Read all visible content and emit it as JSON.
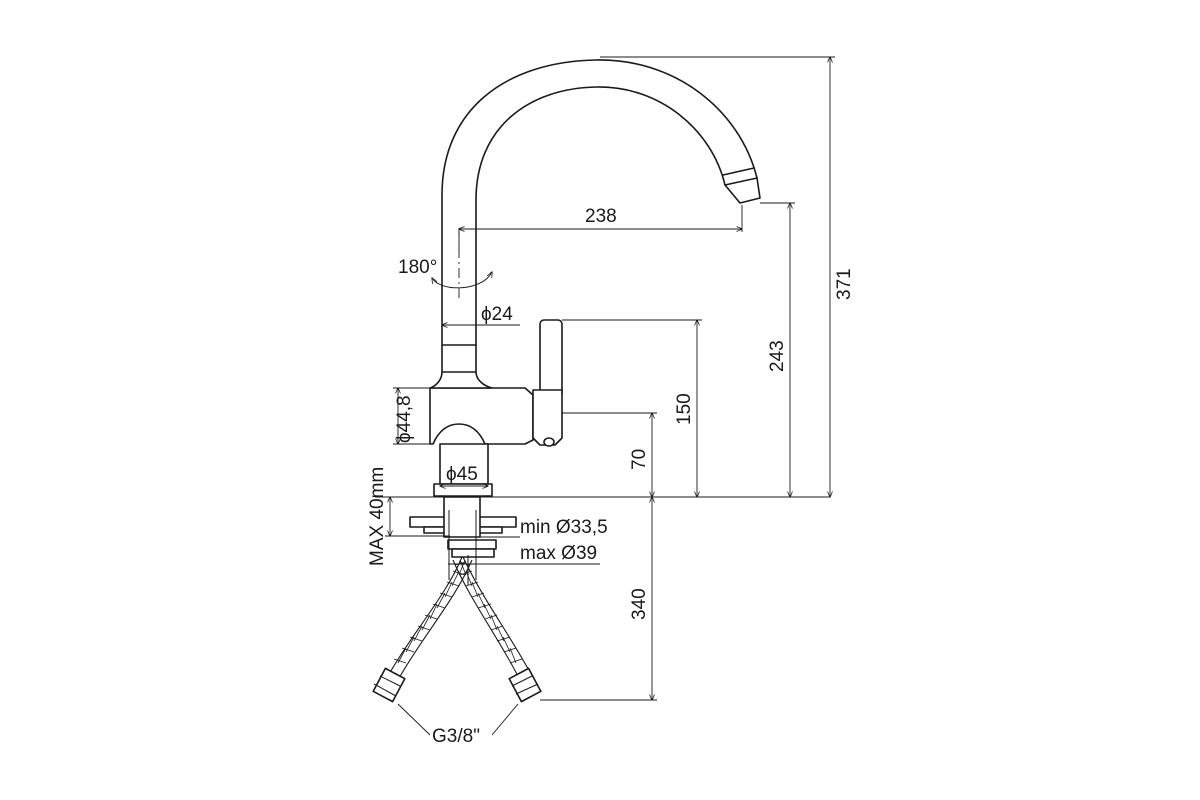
{
  "drawing": {
    "labels": {
      "width_spout_reach": "238",
      "height_total": "371",
      "height_spout_outlet": "243",
      "height_lever": "150",
      "height_body": "70",
      "hose_length": "340",
      "rotation": "180°",
      "diameter_spout": "ϕ24",
      "diameter_body": "ϕ44,8",
      "diameter_base": "ϕ45",
      "max_deck_thickness": "MAX 40mm",
      "hole_min": "min Ø33,5",
      "hole_max": "max Ø39",
      "connection_thread": "G3/8\""
    }
  }
}
